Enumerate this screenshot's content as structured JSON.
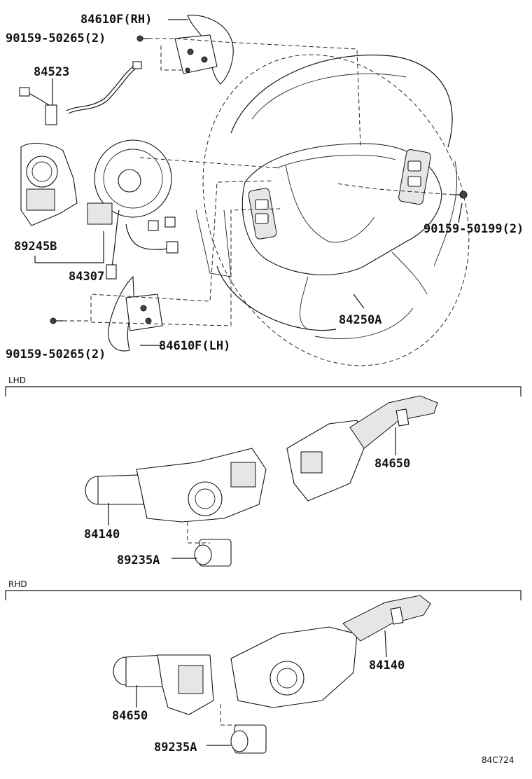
{
  "parts": {
    "p84610f_rh": "84610F(RH)",
    "p90159_50265_top": "90159-50265(2)",
    "p84523": "84523",
    "p89245b": "89245B",
    "p84307": "84307",
    "p90159_50199": "90159-50199(2)",
    "p84250a": "84250A",
    "p90159_50265_bottom": "90159-50265(2)",
    "p84610f_lh": "84610F(LH)",
    "lhd_84650": "84650",
    "lhd_84140": "84140",
    "lhd_89235a": "89235A",
    "rhd_84140": "84140",
    "rhd_84650": "84650",
    "rhd_89235a": "89235A"
  },
  "sections": {
    "lhd": "LHD",
    "rhd": "RHD"
  },
  "figure_code": "84C724"
}
